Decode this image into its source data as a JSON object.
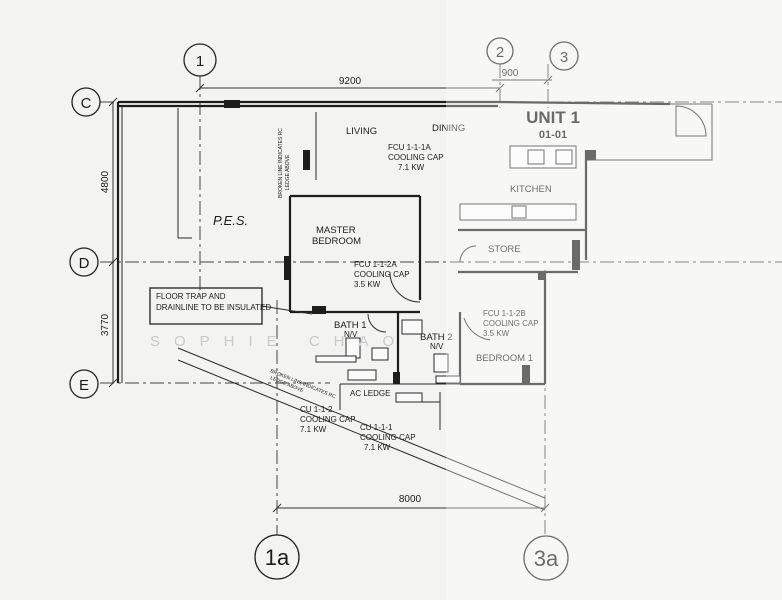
{
  "title": {
    "unit": "UNIT 1",
    "code": "01-01"
  },
  "grid_labels": {
    "one": "1",
    "two": "2",
    "three": "3",
    "c": "C",
    "d": "D",
    "e": "E",
    "one_a": "1a",
    "three_a": "3a"
  },
  "dimensions": {
    "top_span": "9200",
    "top_small": "900",
    "left_upper": "4800",
    "left_lower": "3770",
    "bottom_span": "8000"
  },
  "rooms": {
    "living": "LIVING",
    "dining": "DINING",
    "kitchen": "KITCHEN",
    "store": "STORE",
    "pes": "P.E.S.",
    "master_l1": "MASTER",
    "master_l2": "BEDROOM",
    "bath1": "BATH 1",
    "bath1_sub": "N/V",
    "bath2": "BATH 2",
    "bath2_sub": "N/V",
    "bedroom1": "BEDROOM 1",
    "ac_ledge": "AC LEDGE"
  },
  "equipment": {
    "fcu_1a_l1": "FCU 1-1-1A",
    "fcu_1a_l2": "COOLING CAP",
    "fcu_1a_l3": "7.1 KW",
    "fcu_2a_l1": "FCU 1-1-2A",
    "fcu_2a_l2": "COOLING CAP",
    "fcu_2a_l3": "3.5 KW",
    "fcu_2b_l1": "FCU 1-1-2B",
    "fcu_2b_l2": "COOLING CAP",
    "fcu_2b_l3": "3.5 KW",
    "cu_2_l1": "CU 1-1-2",
    "cu_2_l2": "COOLING CAP",
    "cu_2_l3": "7.1 KW",
    "cu_1_l1": "CU 1-1-1",
    "cu_1_l2": "COOLING CAP",
    "cu_1_l3": "7.1 KW"
  },
  "notes": {
    "floor_trap_l1": "FLOOR TRAP AND",
    "floor_trap_l2": "DRAINLINE TO BE INSULATED",
    "broken_line_top_l1": "BROKEN LINE INDICATES RC",
    "broken_line_top_l2": "LEDGE ABOVE",
    "broken_line_bottom_l1": "BROKEN LINE INDICATES RC",
    "broken_line_bottom_l2": "LEDGE ABOVE"
  },
  "watermark": "SOPHIE CHAO"
}
